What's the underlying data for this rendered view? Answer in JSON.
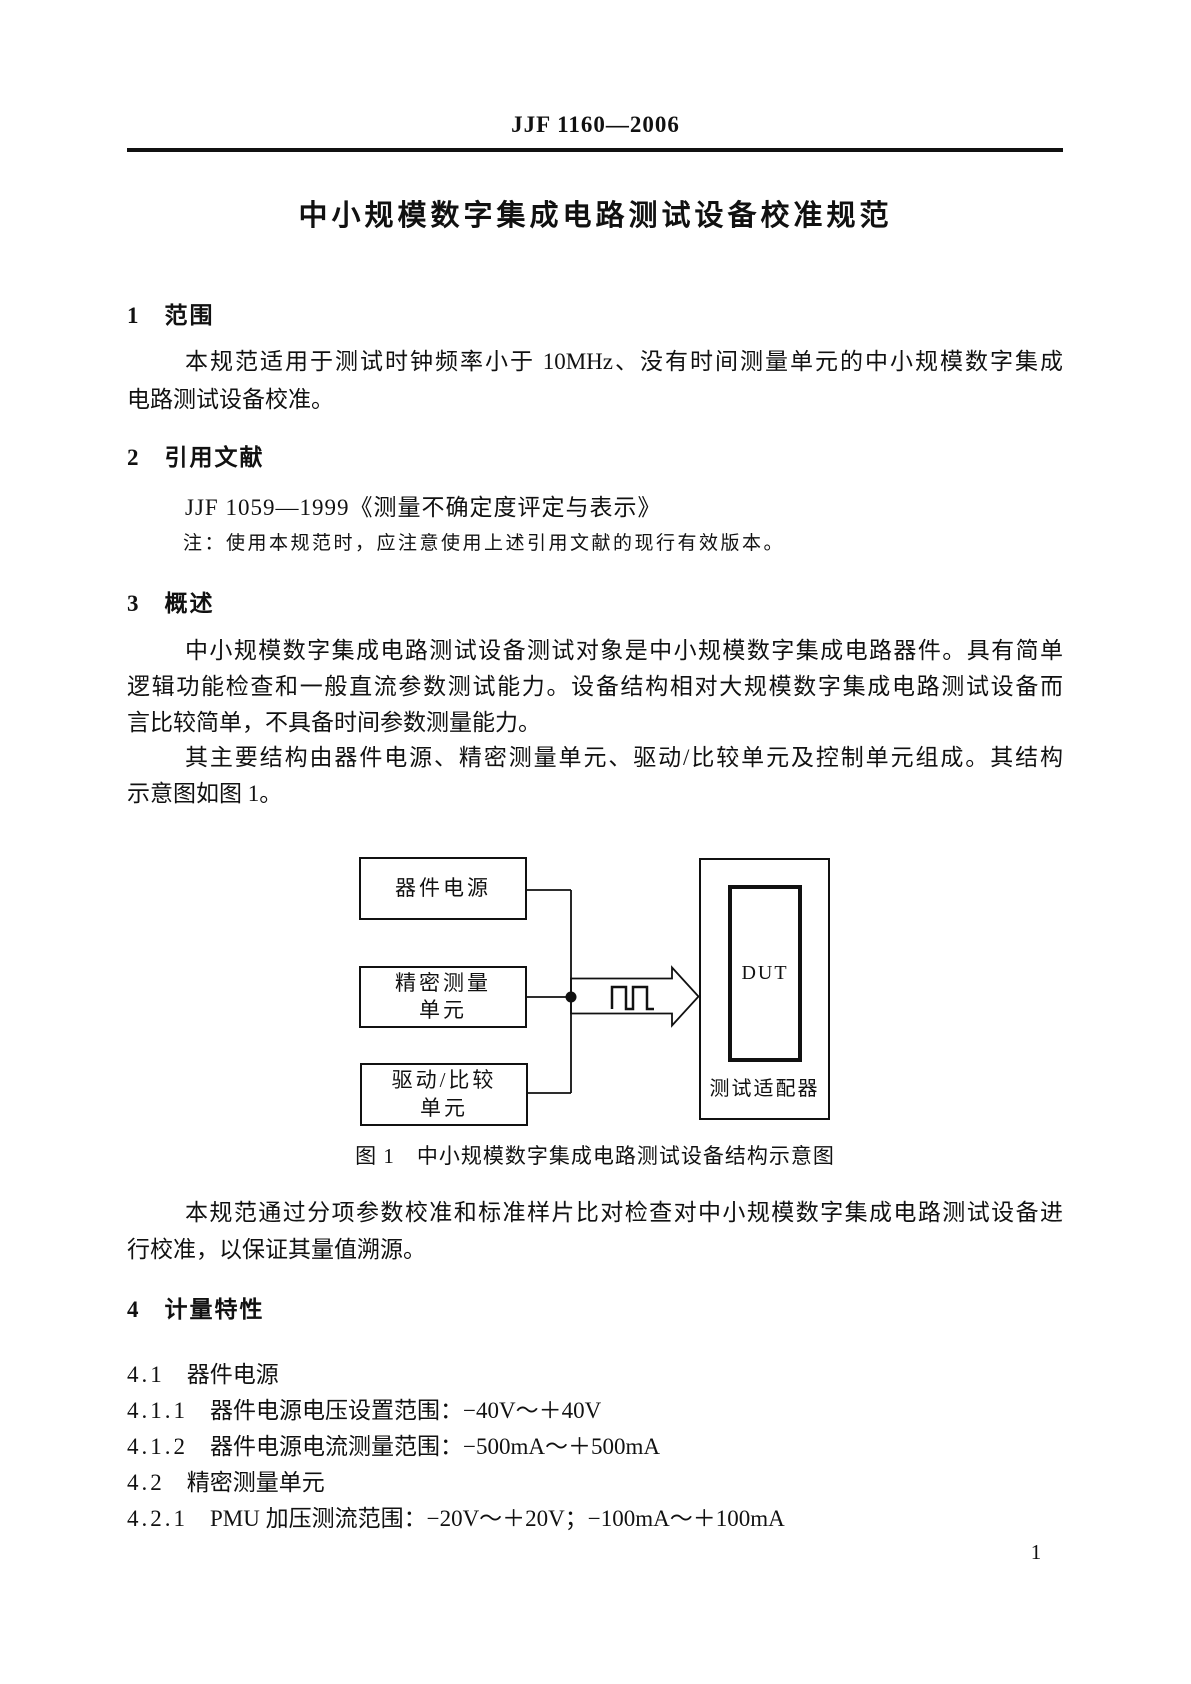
{
  "header": {
    "doc_code": "JJF 1160—2006"
  },
  "title": "中小规模数字集成电路测试设备校准规范",
  "section1": {
    "num": "1",
    "title": "范围",
    "line1": "本规范适用于测试时钟频率小于 10MHz、没有时间测量单元的中小规模数字集成",
    "line2": "电路测试设备校准。"
  },
  "section2": {
    "num": "2",
    "title": "引用文献",
    "reference": "JJF 1059—1999《测量不确定度评定与表示》",
    "note": "注：使用本规范时，应注意使用上述引用文献的现行有效版本。"
  },
  "section3": {
    "num": "3",
    "title": "概述",
    "p1_line1": "中小规模数字集成电路测试设备测试对象是中小规模数字集成电路器件。具有简单",
    "p1_line2": "逻辑功能检查和一般直流参数测试能力。设备结构相对大规模数字集成电路测试设备而",
    "p1_line3": "言比较简单，不具备时间参数测量能力。",
    "p2_line1": "其主要结构由器件电源、精密测量单元、驱动/比较单元及控制单元组成。其结构",
    "p2_line2": "示意图如图 1。",
    "p3_line1": "本规范通过分项参数校准和标准样片比对检查对中小规模数字集成电路测试设备进",
    "p3_line2": "行校准，以保证其量值溯源。"
  },
  "figure": {
    "caption": "图 1　中小规模数字集成电路测试设备结构示意图",
    "box_power": "器件电源",
    "box_pmu_line1": "精密测量",
    "box_pmu_line2": "单元",
    "box_driver_line1": "驱动/比较",
    "box_driver_line2": "单元",
    "dut_label": "DUT",
    "adapter_label": "测试适配器",
    "line_color": "#111111"
  },
  "section4": {
    "num": "4",
    "title": "计量特性",
    "items": [
      {
        "num": "4.1",
        "text": "器件电源"
      },
      {
        "num": "4.1.1",
        "text": "器件电源电压设置范围：−40V～＋40V"
      },
      {
        "num": "4.1.2",
        "text": "器件电源电流测量范围：−500mA～＋500mA"
      },
      {
        "num": "4.2",
        "text": "精密测量单元"
      },
      {
        "num": "4.2.1",
        "text": "PMU 加压测流范围：−20V～＋20V；−100mA～＋100mA"
      }
    ]
  },
  "page_number": "1"
}
